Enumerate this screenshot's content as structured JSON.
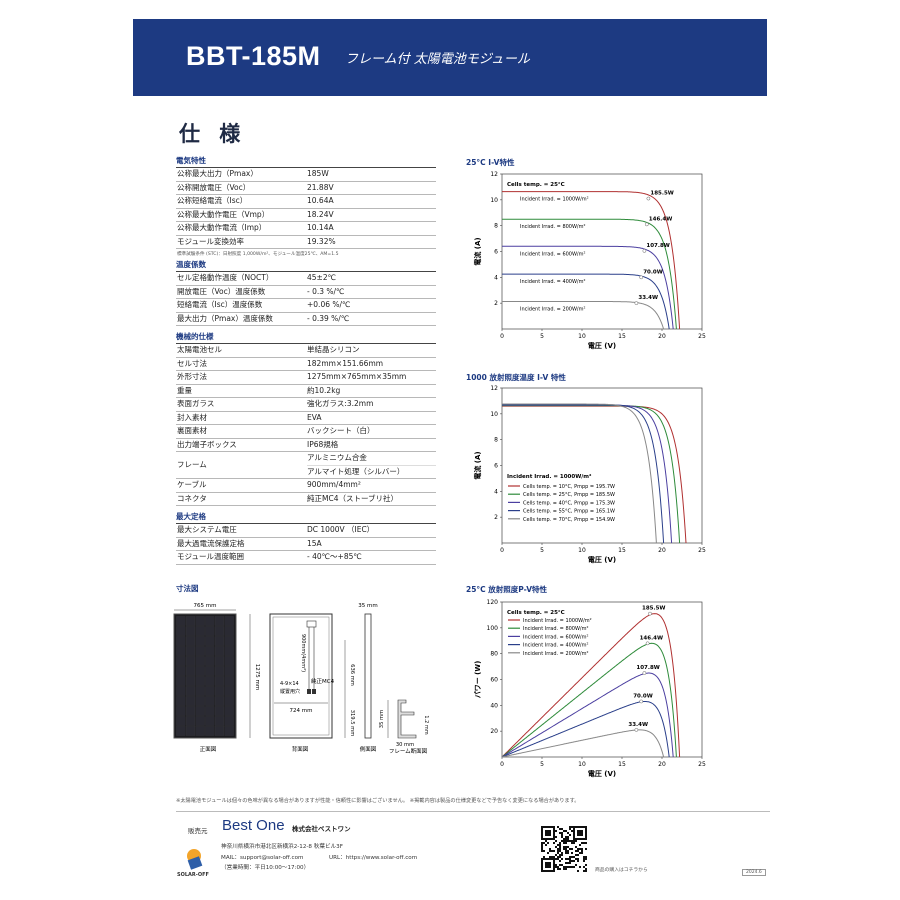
{
  "header": {
    "model": "BBT-185M",
    "subtitle": "フレーム付 太陽電池モジュール"
  },
  "section_title": "仕 様",
  "spec": {
    "electrical": {
      "title": "電気特性",
      "rows": [
        [
          "公称最大出力（Pmax）",
          "185W"
        ],
        [
          "公称開放電圧（Voc）",
          "21.88V"
        ],
        [
          "公称短絡電流（Isc）",
          "10.64A"
        ],
        [
          "公称最大動作電圧（Vmp）",
          "18.24V"
        ],
        [
          "公称最大動作電流（Imp）",
          "10.14A"
        ],
        [
          "モジュール変換効率",
          "19.32%"
        ]
      ],
      "note": "標準試験条件 (STC)：日射照度 1,000W/m²、モジュール温度25℃、AM=1.5"
    },
    "temperature": {
      "title": "温度係数",
      "rows": [
        [
          "セル定格動作温度（NOCT）",
          "45±2℃"
        ],
        [
          "開放電圧（Voc）温度係数",
          "- 0.3 %/℃"
        ],
        [
          "短絡電流（Isc）温度係数",
          "+0.06 %/℃"
        ],
        [
          "最大出力（Pmax）温度係数",
          "- 0.39 %/℃"
        ]
      ]
    },
    "mechanical": {
      "title": "機械的仕様",
      "rows": [
        [
          "太陽電池セル",
          "単結晶シリコン"
        ],
        [
          "セル寸法",
          "182mm×151.66mm"
        ],
        [
          "外形寸法",
          "1275mm×765mm×35mm"
        ],
        [
          "重量",
          "約10.2kg"
        ],
        [
          "表面ガラス",
          "強化ガラス:3.2mm"
        ],
        [
          "封入素材",
          "EVA"
        ],
        [
          "裏面素材",
          "バックシート（白）"
        ],
        [
          "出力端子ボックス",
          "IP68規格"
        ]
      ],
      "frame_label": "フレーム",
      "frame_values": [
        "アルミニウム合金",
        "アルマイト処理（シルバー）"
      ],
      "rows2": [
        [
          "ケーブル",
          "900mm/4mm²"
        ],
        [
          "コネクタ",
          "純正MC4（ストーブリ社）"
        ]
      ]
    },
    "ratings": {
      "title": "最大定格",
      "rows": [
        [
          "最大システム電圧",
          "DC 1000V （IEC）"
        ],
        [
          "最大過電流保護定格",
          "15A"
        ],
        [
          "モジュール温度範囲",
          "- 40℃〜+85℃"
        ]
      ]
    }
  },
  "chart_data": [
    {
      "type": "line",
      "title": "25°C I-V特性",
      "xlabel": "電圧 (V)",
      "ylabel": "電流 (A)",
      "xlim": [
        0,
        25
      ],
      "ylim": [
        0,
        12
      ],
      "xticks": [
        0,
        5,
        10,
        15,
        20,
        25
      ],
      "yticks": [
        2,
        4,
        6,
        8,
        10,
        12
      ],
      "annotation": "Cells temp. = 25°C",
      "series": [
        {
          "name": "Incident Irrad. = 1000W/m²",
          "color": "#b03030",
          "isc": 10.64,
          "voc": 22.2,
          "pmax_label": "185.5W",
          "mp": [
            18.3,
            10.1
          ]
        },
        {
          "name": "Incident Irrad. = 800W/m²",
          "color": "#2e8b3a",
          "isc": 8.5,
          "voc": 21.8,
          "pmax_label": "146.4W",
          "mp": [
            18.1,
            8.1
          ]
        },
        {
          "name": "Incident Irrad. = 600W/m²",
          "color": "#4b3fa0",
          "isc": 6.4,
          "voc": 21.4,
          "pmax_label": "107.8W",
          "mp": [
            17.8,
            6.05
          ]
        },
        {
          "name": "Incident Irrad. = 400W/m²",
          "color": "#2a3f8a",
          "isc": 4.25,
          "voc": 20.9,
          "pmax_label": "70.0W",
          "mp": [
            17.4,
            4.0
          ]
        },
        {
          "name": "Incident Irrad. = 200W/m²",
          "color": "#888888",
          "isc": 2.13,
          "voc": 20.2,
          "pmax_label": "33.4W",
          "mp": [
            16.8,
            2.0
          ]
        }
      ]
    },
    {
      "type": "line",
      "title": "1000 放射照度温度 I-V 特性",
      "xlabel": "電圧 (V)",
      "ylabel": "電流 (A)",
      "xlim": [
        0,
        25
      ],
      "ylim": [
        0,
        12
      ],
      "xticks": [
        0,
        5,
        10,
        15,
        20,
        25
      ],
      "yticks": [
        2,
        4,
        6,
        8,
        10,
        12
      ],
      "annotation": "Incident Irrad. = 1000W/m²",
      "series": [
        {
          "name": "Cells temp. = 10°C, Pmpp = 195.7W",
          "color": "#b03030",
          "isc": 10.6,
          "voc": 23.0
        },
        {
          "name": "Cells temp. = 25°C, Pmpp = 185.5W",
          "color": "#2e8b3a",
          "isc": 10.64,
          "voc": 22.2
        },
        {
          "name": "Cells temp. = 40°C, Pmpp = 175.3W",
          "color": "#4b3fa0",
          "isc": 10.68,
          "voc": 21.2
        },
        {
          "name": "Cells temp. = 55°C, Pmpp = 165.1W",
          "color": "#2a3f8a",
          "isc": 10.72,
          "voc": 20.2
        },
        {
          "name": "Cells temp. = 70°C, Pmpp = 154.9W",
          "color": "#888888",
          "isc": 10.76,
          "voc": 19.3
        }
      ]
    },
    {
      "type": "line",
      "title": "25°C 放射照度P-V特性",
      "xlabel": "電圧 (V)",
      "ylabel": "パワー (W)",
      "xlim": [
        0,
        25
      ],
      "ylim": [
        0,
        120
      ],
      "xticks": [
        0,
        5,
        10,
        15,
        20,
        25
      ],
      "yticks": [
        20,
        40,
        60,
        80,
        100,
        120
      ],
      "annotation": "Cells temp. = 25°C",
      "series": [
        {
          "name": "Incident Irrad. = 1000W/m²",
          "color": "#b03030",
          "isc": 10.64,
          "voc": 22.2,
          "pmax_label": "185.5W",
          "peak": [
            18.5,
            111
          ]
        },
        {
          "name": "Incident Irrad. = 800W/m²",
          "color": "#2e8b3a",
          "isc": 8.5,
          "voc": 21.8,
          "pmax_label": "146.4W",
          "peak": [
            18.2,
            88
          ]
        },
        {
          "name": "Incident Irrad. = 600W/m²",
          "color": "#4b3fa0",
          "isc": 6.4,
          "voc": 21.4,
          "pmax_label": "107.8W",
          "peak": [
            17.8,
            65
          ]
        },
        {
          "name": "Incident Irrad. = 400W/m²",
          "color": "#2a3f8a",
          "isc": 4.25,
          "voc": 20.9,
          "pmax_label": "70.0W",
          "peak": [
            17.4,
            43
          ]
        },
        {
          "name": "Incident Irrad. = 200W/m²",
          "color": "#888888",
          "isc": 2.13,
          "voc": 20.2,
          "pmax_label": "33.4W",
          "peak": [
            16.8,
            21
          ]
        }
      ]
    }
  ],
  "dimensions": {
    "title": "寸法図",
    "width_top": "765 mm",
    "height_side": "1275 mm",
    "depth": "35 mm",
    "cable": "900mm(4mm²)",
    "hole_span": "636 mm",
    "mount_holes": "4-9×14",
    "mount_holes_label": "縦置用穴",
    "connector": "純正MC4",
    "bottom_width": "724 mm",
    "half_height": "319.5 mm",
    "frame_h": "35 mm",
    "frame_w": "30 mm",
    "frame_t": "1.2 mm",
    "front_label": "正面図",
    "back_label": "背面図",
    "side_label": "側面図",
    "section_label": "フレーム断面図"
  },
  "disclaimer": "※太陽電池モジュールは個々の色味が異なる場合がありますが性能・信頼性に影響はございません。 ※掲載内容は製品の仕様変更などで予告なく変更になる場合があります。",
  "footer": {
    "seller_label": "販売元",
    "brand": "Best One",
    "company": "株式会社ベストワン",
    "address": "神奈川県横浜市港北区新横浜2-12-8 秋葉ビル3F",
    "mail": "MAIL：support@solar-off.com",
    "url": "URL：https://www.solar-off.com",
    "hours": "（営業時間：平日10:00〜17:00）",
    "logo_name": "SOLAR-OFF",
    "qr_note": "商品の購入はコチラから",
    "revision": "2024.6"
  }
}
